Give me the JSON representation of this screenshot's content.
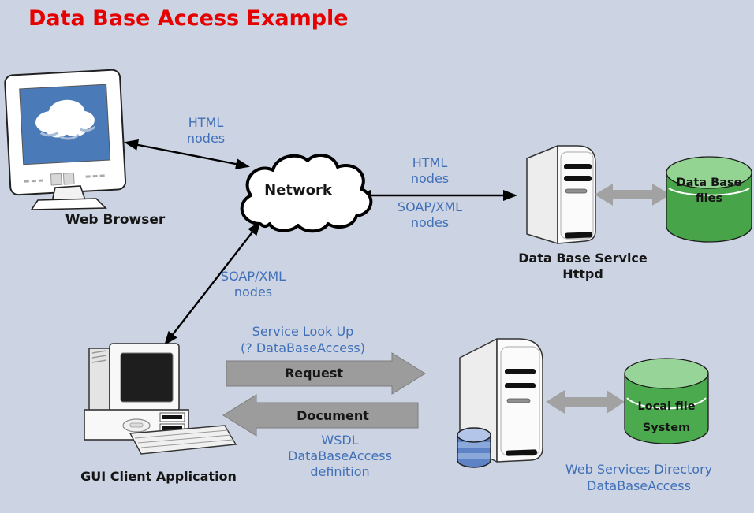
{
  "title": "Data Base Access Example",
  "colors": {
    "background": "#ccd3e2",
    "title_red": "#e60000",
    "label_blue": "#4070b8",
    "label_dark": "#161616",
    "cylinder_green_body": "#47a449",
    "cylinder_green_top": "#93d493",
    "block_arrow_gray": "#9c9c9c",
    "screen_blue": "#4a7ab8",
    "disk_blue": "#5d83c6"
  },
  "nodes": {
    "web_browser": {
      "label": "Web Browser",
      "icon": "monitor-cloud-icon"
    },
    "network": {
      "label": "Network",
      "icon": "cloud-icon"
    },
    "db_service": {
      "label": "Data Base Service\nHttpd",
      "icon": "server-tower-icon"
    },
    "db_files": {
      "label": "Data Base\nfiles",
      "icon": "database-cylinder-icon"
    },
    "gui_client": {
      "label": "GUI Client Application",
      "icon": "desktop-computer-icon"
    },
    "ws_directory": {
      "label": "Web Services Directory\nDataBaseAccess",
      "icon": "server-tower-disk-icon"
    },
    "local_fs": {
      "label": "Local file\nSystem",
      "icon": "database-cylinder-icon"
    }
  },
  "edges": {
    "browser_network": {
      "label": "HTML\nnodes"
    },
    "network_dbservice_upper": {
      "label": "HTML\nnodes"
    },
    "network_dbservice_lower": {
      "label": "SOAP/XML\nnodes"
    },
    "gui_network": {
      "label": "SOAP/XML\nnodes"
    },
    "request": {
      "caption": "Service Look Up\n(? DataBaseAccess)",
      "label": "Request"
    },
    "document": {
      "label": "Document",
      "caption": "WSDL\nDataBaseAccess\ndefinition"
    }
  }
}
